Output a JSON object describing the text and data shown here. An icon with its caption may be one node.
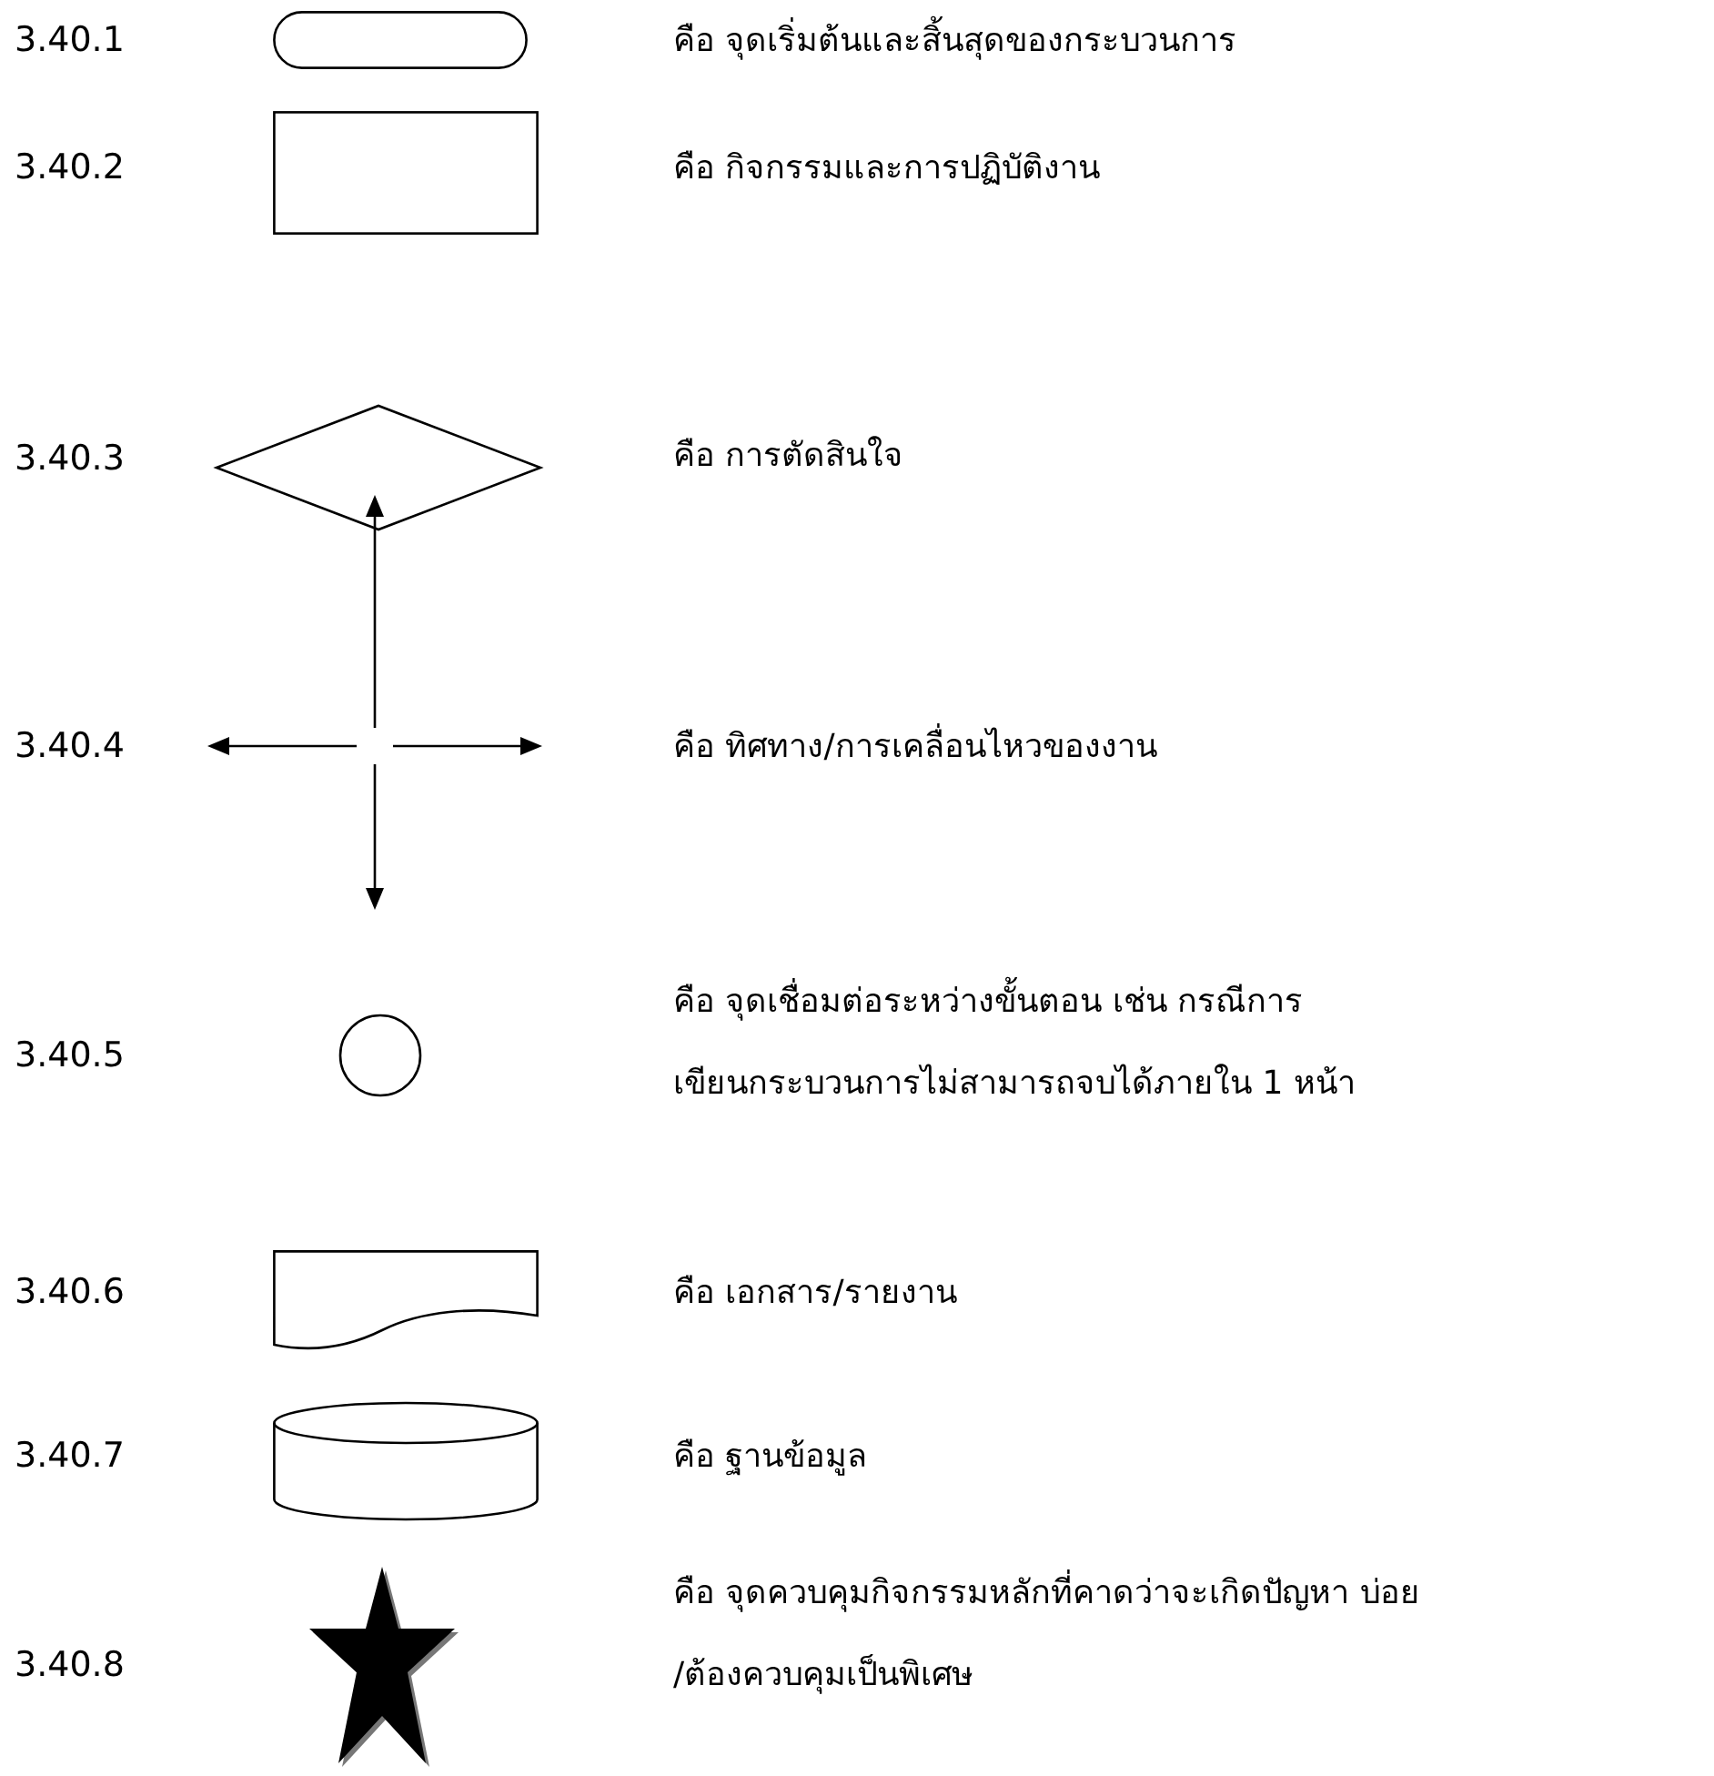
{
  "diagram": {
    "nodes": [
      {
        "text": [],
        "shape": "pill"
      },
      {
        "text": [],
        "shape": "box"
      },
      {
        "text": [],
        "shape": "diamond"
      },
      {
        "text": [],
        "shape": "circle"
      },
      {
        "text": [],
        "shape": "document"
      },
      {
        "text": [],
        "shape": "cylinder"
      },
      {
        "text": [],
        "shape": "star"
      }
    ],
    "labels": [
      "3.40.1",
      "3.40.2",
      "3.40.3",
      "3.40.4",
      "3.40.5",
      "3.40.6",
      "3.40.7",
      "3.40.8"
    ],
    "legend": [
      {
        "text": "คือ จุดเริ่มต้นและสิ้นสุดของกระบวนการ"
      },
      {
        "text": "คือ กิจกรรมและการปฏิบัติงาน"
      },
      {
        "text": "คือ การตัดสินใจ"
      },
      {
        "text": "คือ ทิศทาง/การเคลื่อนไหวของงาน"
      },
      {
        "text": "คือ จุดเชื่อมต่อระหว่างขั้นตอน เช่น กรณีการ เขียนกระบวนการไม่สามารถจบได้ภายใน 1 หน้า"
      },
      {
        "text": "คือ เอกสาร/รายงาน"
      },
      {
        "text": "คือ ฐานข้อมูล"
      },
      {
        "text": "คือ จุดควบคุมกิจกรรมหลักที่คาดว่าจะเกิดปัญหา บ่อย /ต้องควบคุมเป็นพิเศษ"
      }
    ]
  }
}
